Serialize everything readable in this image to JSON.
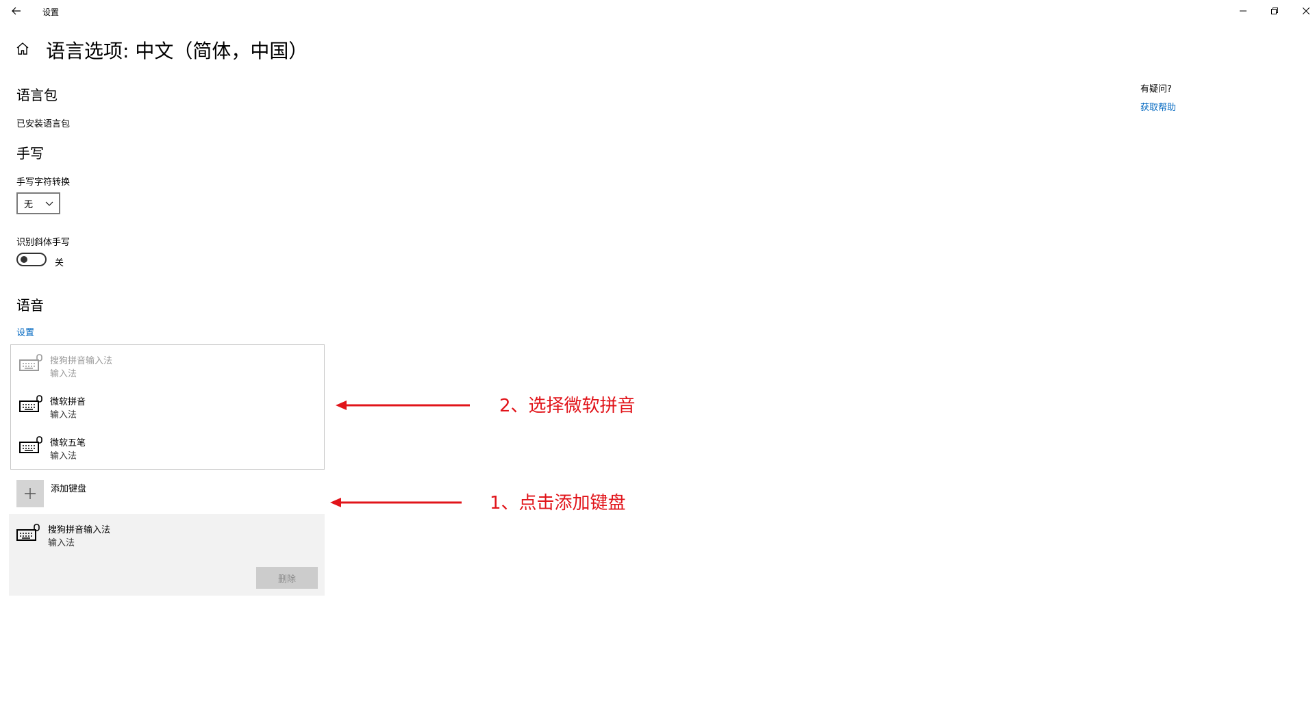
{
  "window": {
    "title": "设置"
  },
  "page": {
    "title": "语言选项: 中文（简体，中国）"
  },
  "language_pack": {
    "heading": "语言包",
    "status": "已安装语言包"
  },
  "handwriting": {
    "heading": "手写",
    "conversion_label": "手写字符转换",
    "conversion_value": "无",
    "italic_label": "识别斜体手写",
    "italic_toggle_state": "关",
    "italic_toggle_on": false
  },
  "speech": {
    "heading": "语音",
    "settings_link": "设置"
  },
  "keyboard_dropdown": {
    "items": [
      {
        "name": "搜狗拼音输入法",
        "type": "输入法",
        "disabled": true
      },
      {
        "name": "微软拼音",
        "type": "输入法",
        "disabled": false
      },
      {
        "name": "微软五笔",
        "type": "输入法",
        "disabled": false
      }
    ]
  },
  "add_keyboard": {
    "label": "添加键盘",
    "icon": "plus-icon"
  },
  "selected_keyboard": {
    "name": "搜狗拼音输入法",
    "type": "输入法",
    "delete_label": "删除"
  },
  "help": {
    "question": "有疑问?",
    "link": "获取帮助"
  },
  "annotations": {
    "step2": "2、选择微软拼音",
    "step1": "1、点击添加键盘",
    "color": "#e1141a"
  },
  "colors": {
    "accent": "#0067c0",
    "panel_bg": "#f2f2f2"
  }
}
